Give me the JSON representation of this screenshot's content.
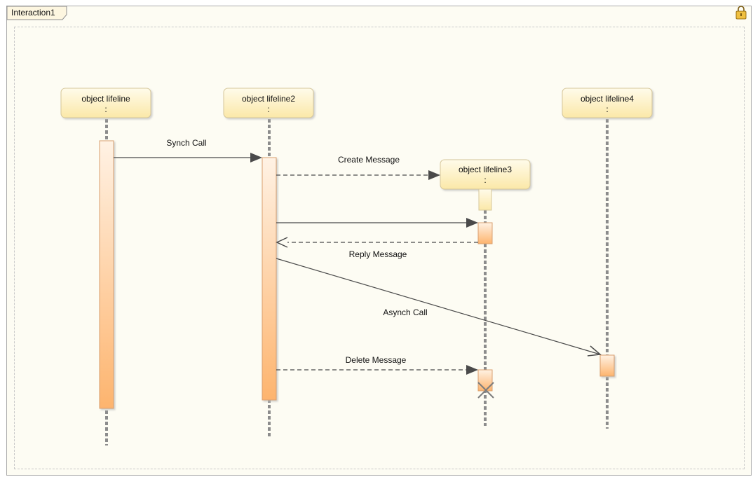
{
  "frame": {
    "title": "Interaction1",
    "lock_icon": "padlock-icon"
  },
  "lifelines": [
    {
      "name": "object lifeline",
      "suffix": ":"
    },
    {
      "name": "object lifeline2",
      "suffix": ":"
    },
    {
      "name": "object lifeline3",
      "suffix": ":"
    },
    {
      "name": "object lifeline4",
      "suffix": ":"
    }
  ],
  "messages": [
    {
      "label": "Synch Call",
      "kind": "synch"
    },
    {
      "label": "Create Message",
      "kind": "create"
    },
    {
      "label": "",
      "kind": "synch"
    },
    {
      "label": "Reply Message",
      "kind": "reply"
    },
    {
      "label": "Asynch Call",
      "kind": "asynch"
    },
    {
      "label": "Delete Message",
      "kind": "delete"
    }
  ],
  "colors": {
    "head_fill": "#fdf2c4",
    "head_border": "#d6c79a",
    "lifeline": "#8c8c8c",
    "activation_top": "#fff2e4",
    "activation_bottom": "#fdb46e",
    "arrow": "#4a4a4a"
  }
}
